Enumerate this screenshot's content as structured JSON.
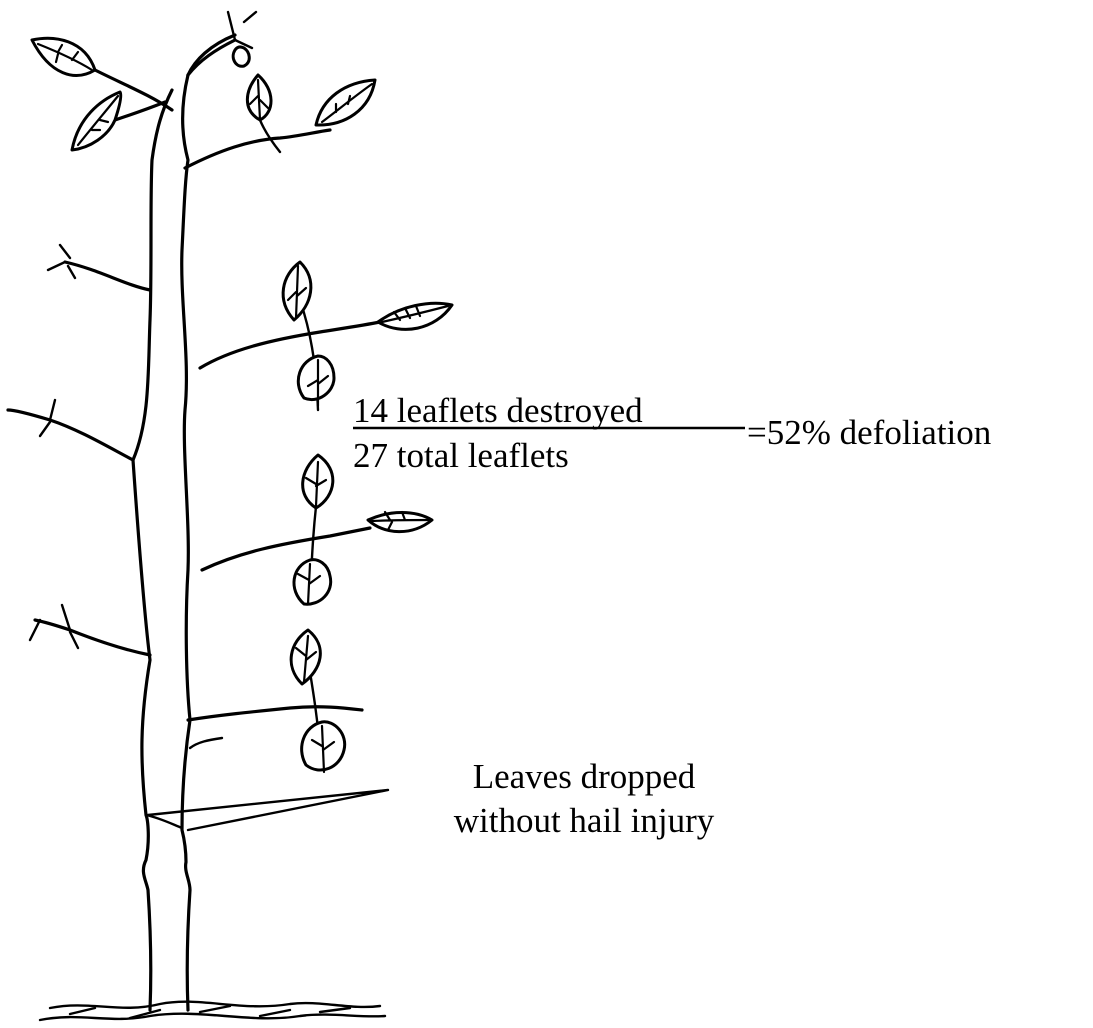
{
  "equation": {
    "numerator": "14 leaflets destroyed",
    "denominator": "27 total leaflets",
    "result": "=52% defoliation"
  },
  "callout": {
    "line1": "Leaves dropped",
    "line2": "without hail injury"
  },
  "colors": {
    "ink": "#000000",
    "background": "#ffffff"
  }
}
